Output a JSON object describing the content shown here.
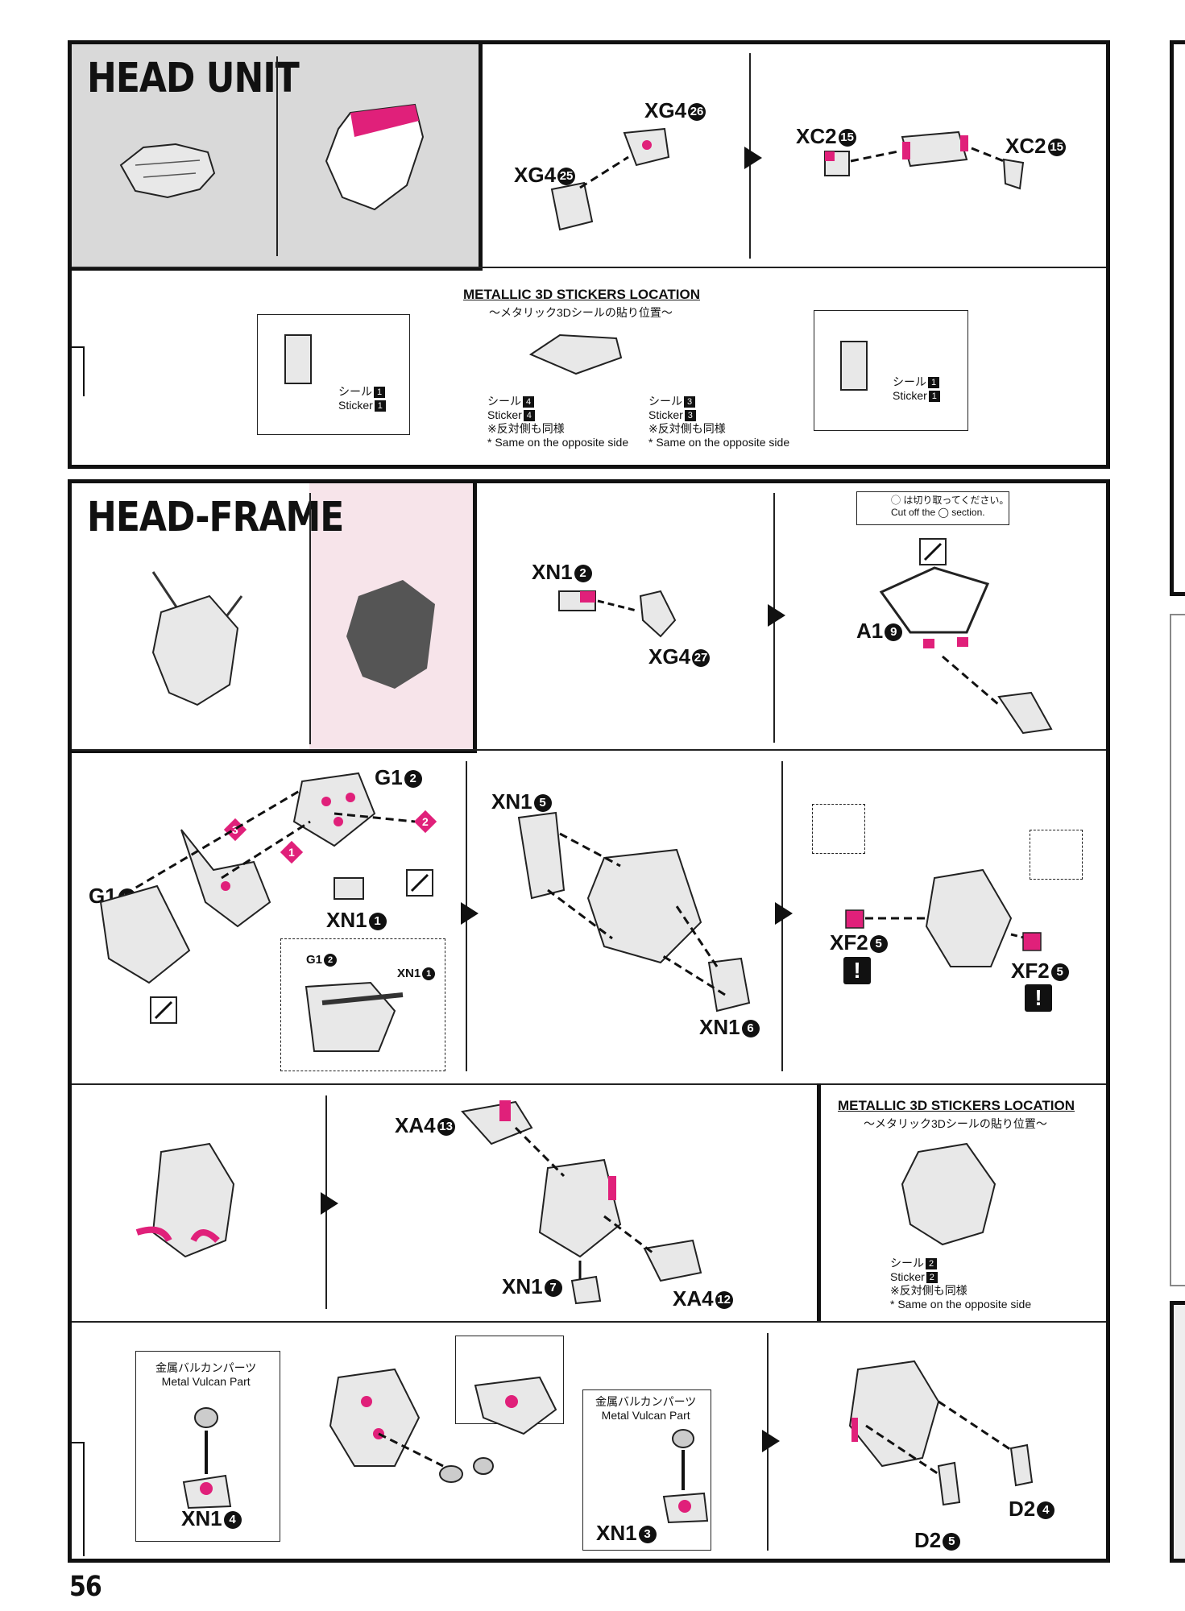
{
  "page_number": "56",
  "head_unit": {
    "title": "HEAD UNIT",
    "parts": {
      "xg4_26": {
        "code": "XG4",
        "num": "26"
      },
      "xg4_25": {
        "code": "XG4",
        "num": "25"
      },
      "xc2_15a": {
        "code": "XC2",
        "num": "15"
      },
      "xc2_15b": {
        "code": "XC2",
        "num": "15"
      }
    },
    "stickers": {
      "heading": "METALLIC 3D STICKERS LOCATION",
      "heading_jp": "〜メタリック3Dシールの貼り位置〜",
      "left": {
        "jp": "シール",
        "en": "Sticker",
        "num": "1"
      },
      "right": {
        "jp": "シール",
        "en": "Sticker",
        "num": "1"
      },
      "s4": {
        "jp": "シール",
        "en": "Sticker",
        "num": "4",
        "note_jp": "※反対側も同様",
        "note_en": "* Same on the opposite side"
      },
      "s3": {
        "jp": "シール",
        "en": "Sticker",
        "num": "3",
        "note_jp": "※反対側も同様",
        "note_en": "* Same on the opposite side"
      }
    }
  },
  "head_frame": {
    "title": "HEAD-FRAME",
    "cut_note_jp": "◯ は切り取ってください。",
    "cut_note_en": "Cut off the ◯ section.",
    "parts": {
      "xn1_2": {
        "code": "XN1",
        "num": "2"
      },
      "xg4_27": {
        "code": "XG4",
        "num": "27"
      },
      "a1_9": {
        "code": "A1",
        "num": "9"
      },
      "g1_2": {
        "code": "G1",
        "num": "2"
      },
      "g1_1": {
        "code": "G1",
        "num": "1"
      },
      "xn1_1": {
        "code": "XN1",
        "num": "1"
      },
      "inset_g1_2": {
        "code": "G1",
        "num": "2"
      },
      "inset_xn1_1": {
        "code": "XN1",
        "num": "1"
      },
      "xn1_5": {
        "code": "XN1",
        "num": "5"
      },
      "xn1_6": {
        "code": "XN1",
        "num": "6"
      },
      "xf2_5a": {
        "code": "XF2",
        "num": "5"
      },
      "xf2_5b": {
        "code": "XF2",
        "num": "5"
      },
      "xa4_13": {
        "code": "XA4",
        "num": "13"
      },
      "xn1_7": {
        "code": "XN1",
        "num": "7"
      },
      "xa4_12": {
        "code": "XA4",
        "num": "12"
      },
      "xn1_4": {
        "code": "XN1",
        "num": "4"
      },
      "xn1_3": {
        "code": "XN1",
        "num": "3"
      },
      "d2_5": {
        "code": "D2",
        "num": "5"
      },
      "d2_4": {
        "code": "D2",
        "num": "4"
      }
    },
    "callouts": [
      "3",
      "1",
      "2"
    ],
    "warning_mark": "!",
    "stickers": {
      "heading": "METALLIC 3D STICKERS LOCATION",
      "heading_jp": "〜メタリック3Dシールの貼り位置〜",
      "s2": {
        "jp": "シール",
        "en": "Sticker",
        "num": "2",
        "note_jp": "※反対側も同様",
        "note_en": "* Same on the opposite side"
      }
    },
    "vulcan_left": {
      "jp": "金属バルカンパーツ",
      "en": "Metal Vulcan Part"
    },
    "vulcan_right": {
      "jp": "金属バルカンパーツ",
      "en": "Metal Vulcan Part"
    }
  },
  "colors": {
    "accent": "#e0207a",
    "gray_panel": "#d9d9d9",
    "pink_panel": "#f7e4ea",
    "ink": "#111111"
  }
}
